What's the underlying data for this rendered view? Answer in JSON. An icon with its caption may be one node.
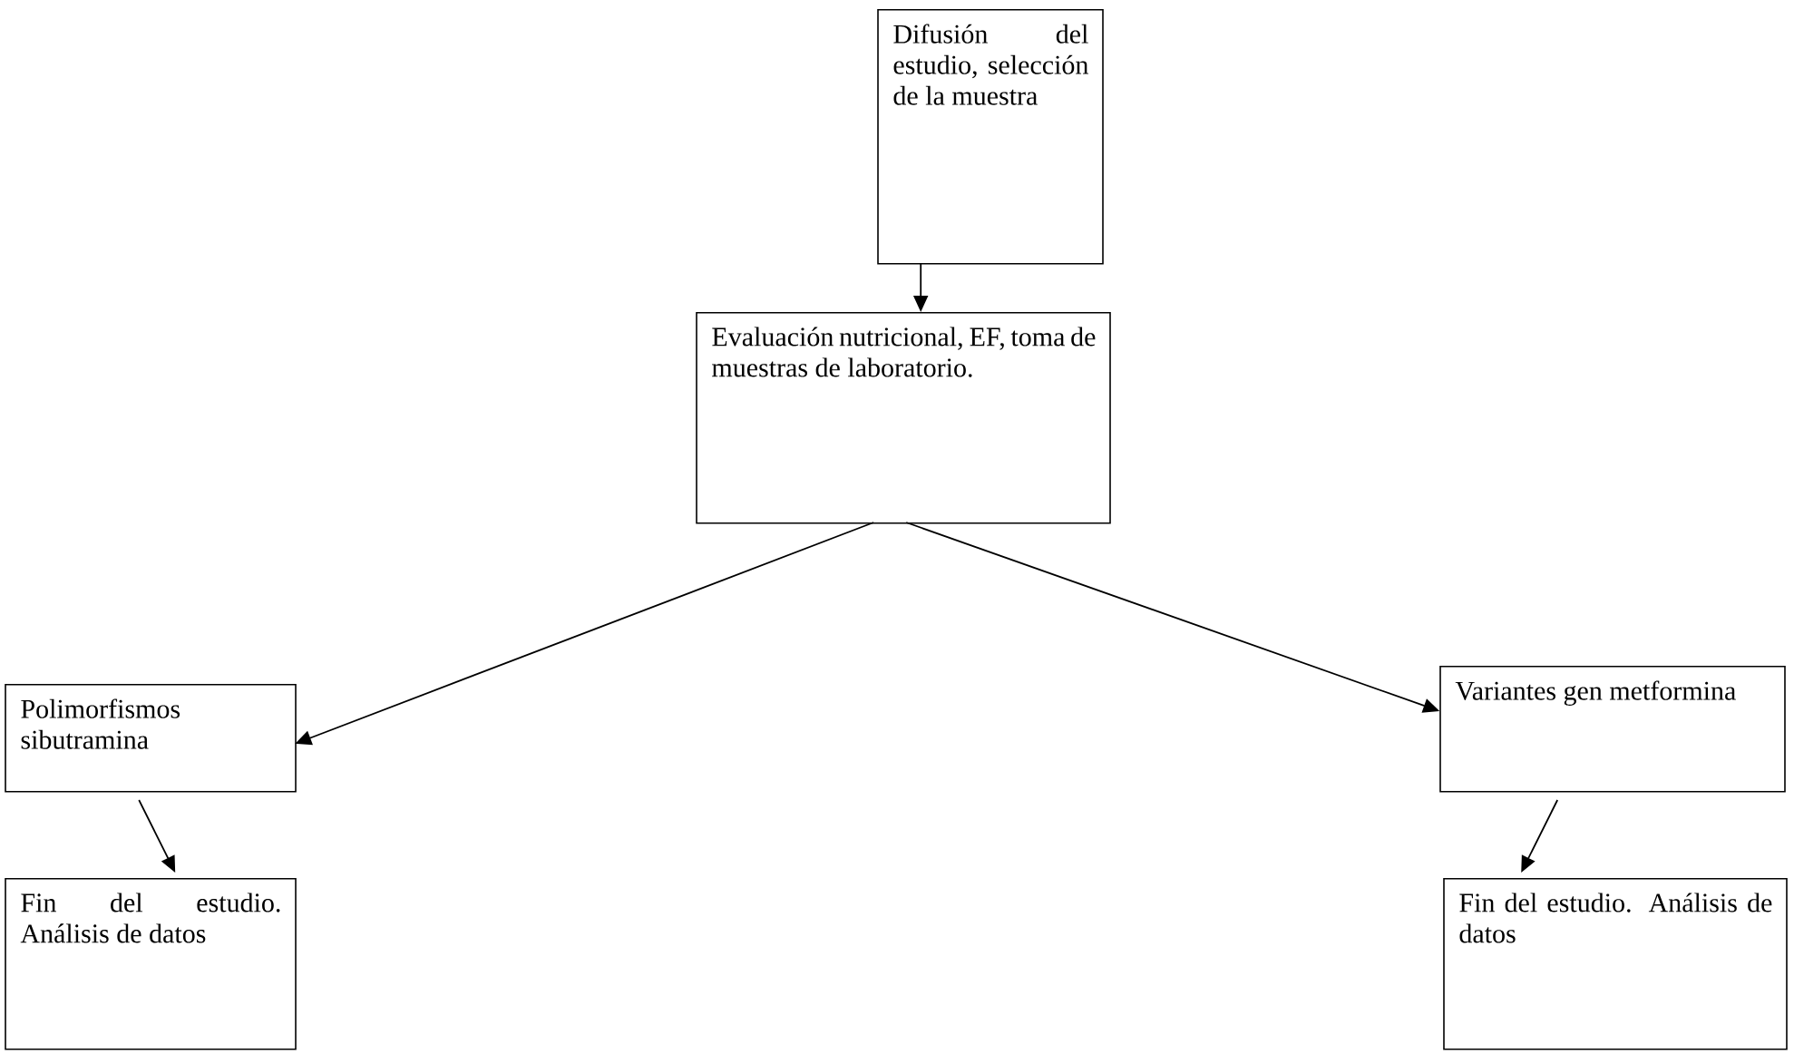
{
  "diagram": {
    "nodes": [
      {
        "text": [
          "Difusión del estudio, selección de la muestra"
        ]
      },
      {
        "text": [
          "Evaluación nutricional, EF, toma de muestras de laboratorio."
        ]
      },
      {
        "text": [
          "Polimorfismos sibutramina"
        ]
      },
      {
        "text": [
          "Variantes gen metformina"
        ]
      },
      {
        "text": [
          "Fin del estudio. Análisis de datos"
        ]
      },
      {
        "text": [
          "Fin del estudio. Análisis de datos"
        ]
      }
    ],
    "edges": [
      {
        "from": 0,
        "to": 1,
        "arrow": "to"
      },
      {
        "from": 1,
        "to": 2,
        "arrow": "to"
      },
      {
        "from": 1,
        "to": 3,
        "arrow": "to"
      },
      {
        "from": 2,
        "to": 4,
        "arrow": "to"
      },
      {
        "from": 3,
        "to": 5,
        "arrow": "to"
      }
    ]
  }
}
